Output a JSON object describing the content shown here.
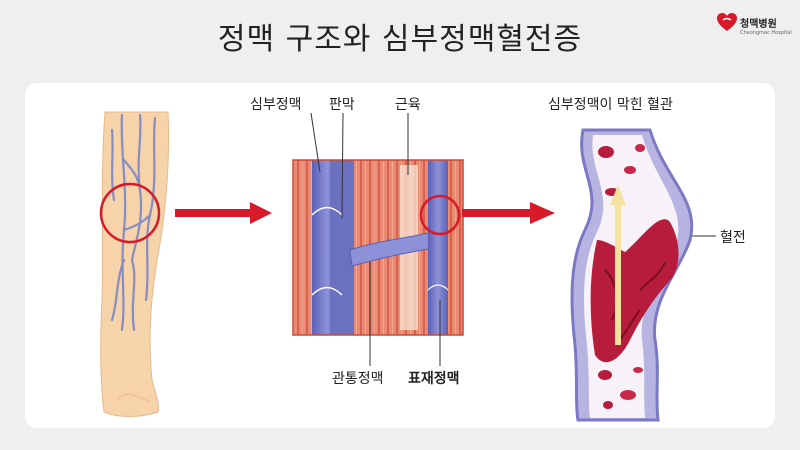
{
  "title": "정맥 구조와 심부정맥혈전증",
  "logo": {
    "name": "청맥병원",
    "sub": "Cheongmac Hospital",
    "brand_color": "#d7192a"
  },
  "labels": {
    "deep_vein": "심부정맥",
    "fascia": "판막",
    "muscle": "근육",
    "blocked_vessel": "심부정맥이 막힌 혈관",
    "perforating_vein": "관통정맥",
    "superficial_vein": "표재정맥",
    "thrombus": "혈전"
  },
  "colors": {
    "highlight": "#d7192a",
    "vein": "#7076c4",
    "muscle": "#e2735e",
    "clot": "#b71c3c",
    "skin": "#f6d3a8"
  }
}
